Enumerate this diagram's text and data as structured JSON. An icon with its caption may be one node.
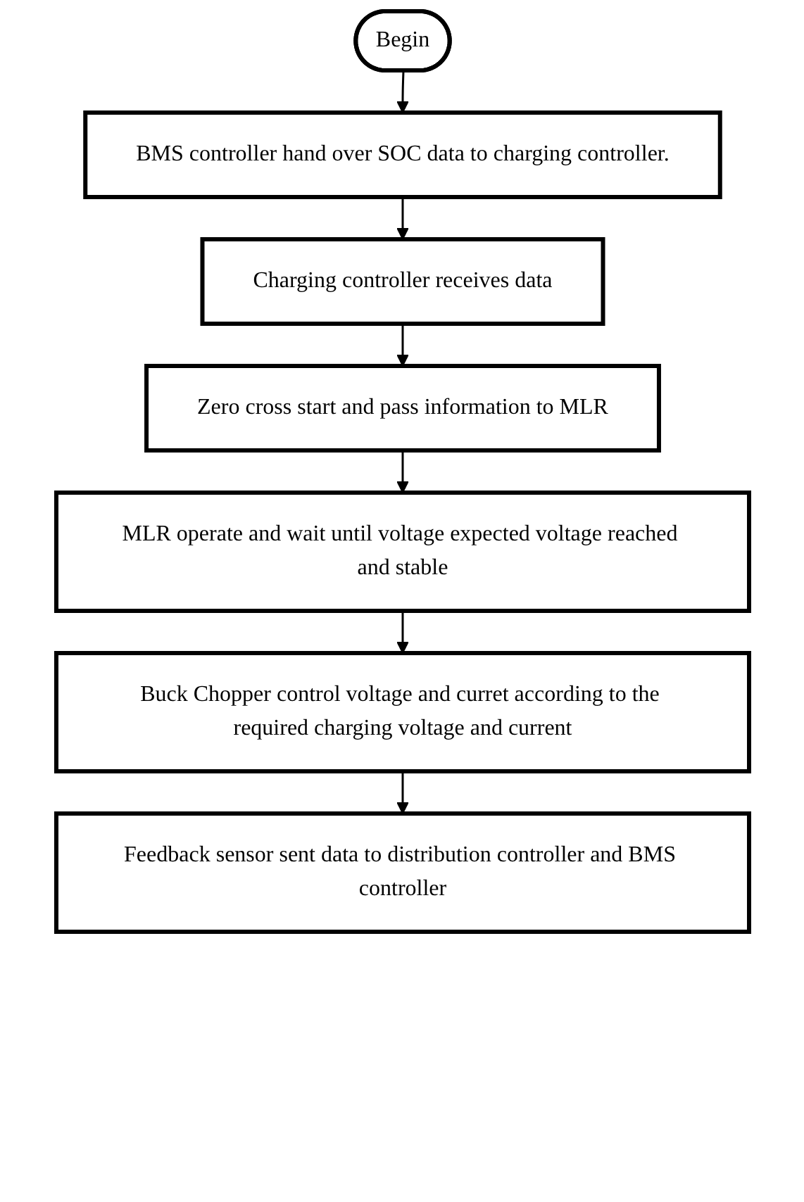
{
  "diagram": {
    "nodes": [
      {
        "text": [
          "Begin"
        ]
      },
      {
        "text": [
          "BMS controller hand over SOC data to charging controller."
        ]
      },
      {
        "text": [
          "Charging controller receives data"
        ]
      },
      {
        "text": [
          "Zero cross start and pass information to MLR"
        ]
      },
      {
        "text": [
          "MLR operate and wait until voltage expected voltage reached and stable"
        ]
      },
      {
        "text": [
          "Buck Chopper control voltage and curret according to the required charging voltage and current"
        ]
      },
      {
        "text": [
          "Feedback sensor sent data to distribution controller and BMS controller"
        ]
      }
    ],
    "edges": [
      {
        "from": 0,
        "to": 1,
        "arrow": "to"
      },
      {
        "from": 1,
        "to": 2,
        "arrow": "to"
      },
      {
        "from": 2,
        "to": 3,
        "arrow": "to"
      },
      {
        "from": 3,
        "to": 4,
        "arrow": "to"
      },
      {
        "from": 4,
        "to": 5,
        "arrow": "to"
      },
      {
        "from": 5,
        "to": 6,
        "arrow": "to"
      }
    ]
  }
}
